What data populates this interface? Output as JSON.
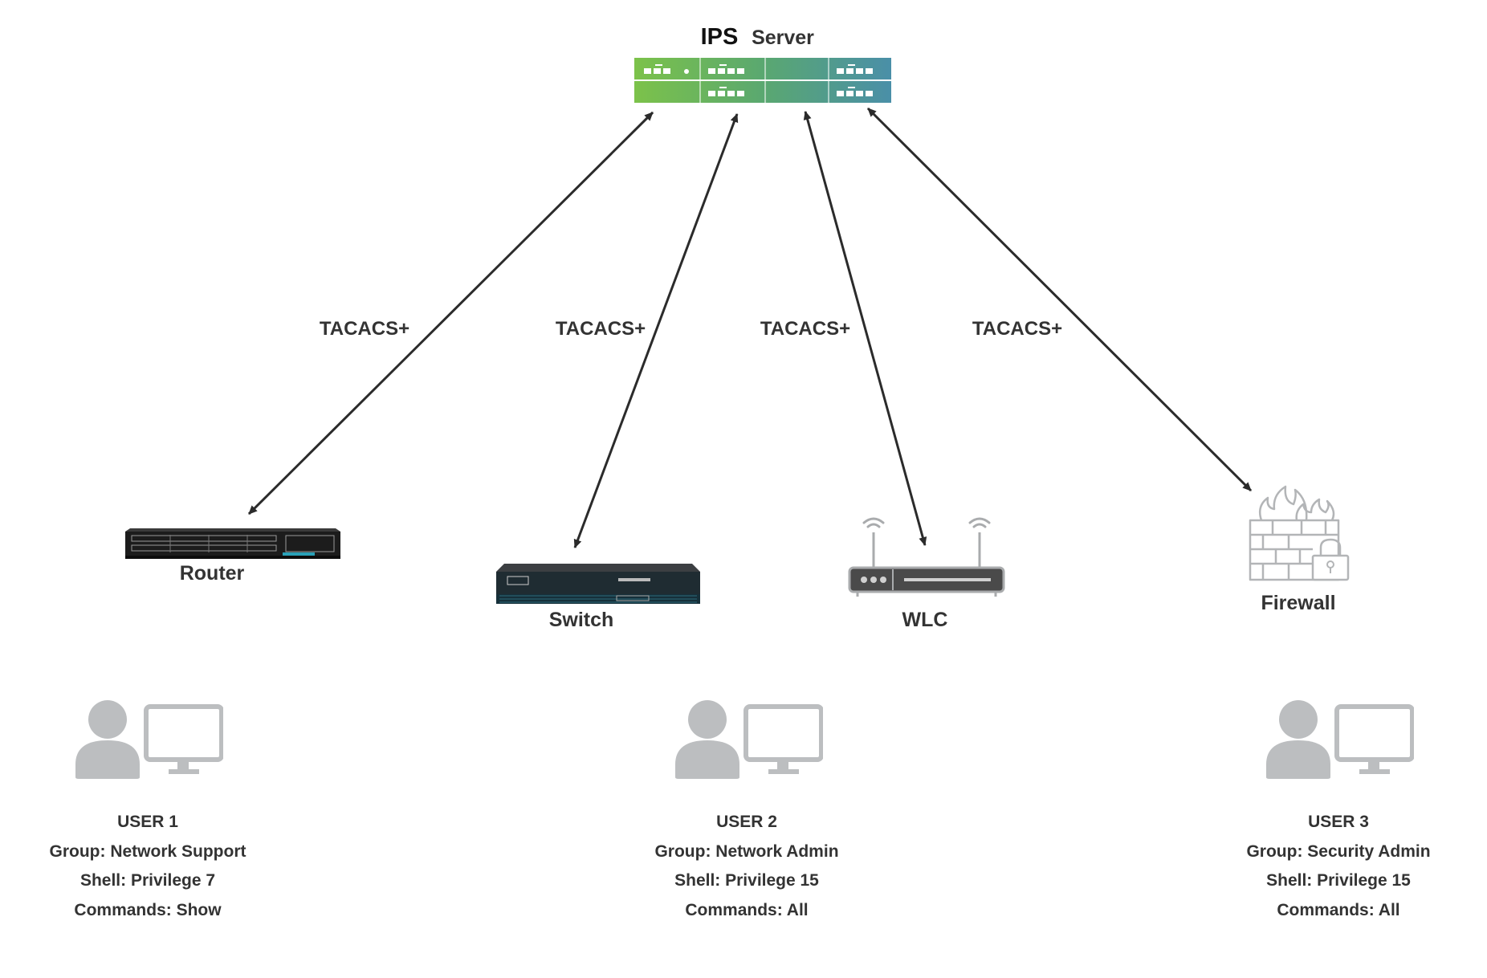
{
  "server": {
    "title": "IPS",
    "subtitle": "Server"
  },
  "links": [
    {
      "label": "TACACS+"
    },
    {
      "label": "TACACS+"
    },
    {
      "label": "TACACS+"
    },
    {
      "label": "TACACS+"
    }
  ],
  "devices": [
    {
      "label": "Router",
      "icon": "router-icon"
    },
    {
      "label": "Switch",
      "icon": "switch-icon"
    },
    {
      "label": "WLC",
      "icon": "wlc-icon"
    },
    {
      "label": "Firewall",
      "icon": "firewall-icon"
    }
  ],
  "users": [
    {
      "name": "USER 1",
      "group": "Group: Network Support",
      "shell": "Shell: Privilege 7",
      "commands": "Commands: Show"
    },
    {
      "name": "USER 2",
      "group": "Group: Network Admin",
      "shell": "Shell: Privilege 15",
      "commands": "Commands: All"
    },
    {
      "name": "USER 3",
      "group": "Group: Security Admin",
      "shell": "Shell: Privilege 15",
      "commands": "Commands: All"
    }
  ],
  "colors": {
    "line": "#2b2b2b",
    "text": "#333333",
    "server_green": "#7cc24a",
    "server_teal": "#4a8fa8",
    "user_grey": "#bcbec0",
    "device_dark": "#1c1c1c"
  }
}
